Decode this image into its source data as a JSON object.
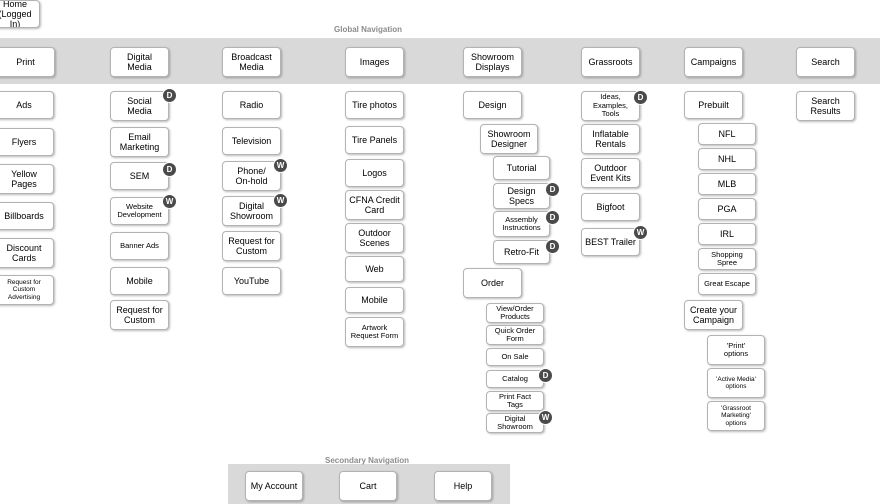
{
  "global_navigation": {
    "heading": "Global Navigation",
    "home": "Home\n(Logged In)",
    "columns": [
      {
        "label": "Print",
        "items": [
          "Ads",
          "Flyers",
          "Yellow\nPages",
          "Billboards",
          "Discount\nCards",
          "Request for\nCustom\nAdvertising"
        ]
      },
      {
        "label": "Digital\nMedia",
        "items": [
          "Social\nMedia",
          "Email\nMarketing",
          "SEM",
          "Website\nDevelopment",
          "Banner Ads",
          "Mobile",
          "Request for\nCustom"
        ]
      },
      {
        "label": "Broadcast\nMedia",
        "items": [
          "Radio",
          "Television",
          "Phone/\nOn-hold",
          "Digital\nShowroom",
          "Request for\nCustom",
          "YouTube"
        ]
      },
      {
        "label": "Images",
        "items": [
          "Tire photos",
          "Tire Panels",
          "Logos",
          "CFNA Credit\nCard",
          "Outdoor\nScenes",
          "Web",
          "Mobile",
          "Artwork\nRequest Form"
        ]
      },
      {
        "label": "Showroom\nDisplays",
        "items": [
          "Design",
          "Showroom\nDesigner",
          "Tutorial",
          "Design\nSpecs",
          "Assembly\nInstructions",
          "Retro-Fit",
          "Order",
          "View/Order\nProducts",
          "Quick Order\nForm",
          "On Sale",
          "Catalog",
          "Print Fact\nTags",
          "Digital\nShowroom"
        ]
      },
      {
        "label": "Grassroots",
        "items": [
          "Ideas,\nExamples,\nTools",
          "Inflatable\nRentals",
          "Outdoor\nEvent Kits",
          "Bigfoot",
          "BEST Trailer"
        ]
      },
      {
        "label": "Campaigns",
        "items": [
          "Prebuilt",
          "NFL",
          "NHL",
          "MLB",
          "PGA",
          "IRL",
          "Shopping\nSpree",
          "Great Escape",
          "Create your\nCampaign",
          "'Print'\noptions",
          "'Active Media'\noptions",
          "'Grassroot\nMarketing'\noptions"
        ]
      },
      {
        "label": "Search",
        "items": [
          "Search\nResults"
        ]
      }
    ]
  },
  "badges": {
    "d": "D",
    "w": "W"
  },
  "secondary_navigation": {
    "heading": "Secondary Navigation",
    "items": [
      "My Account",
      "Cart",
      "Help"
    ]
  }
}
